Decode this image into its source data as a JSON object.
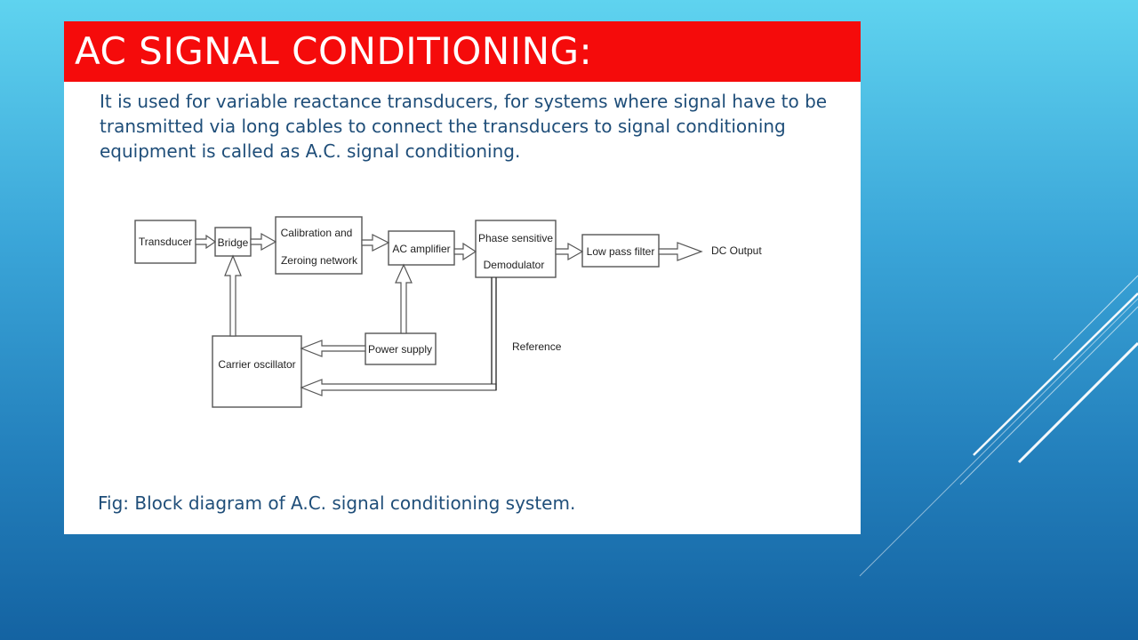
{
  "slide": {
    "title": "AC SIGNAL CONDITIONING:",
    "body": "It is used for variable reactance transducers, for systems where signal have to be transmitted via long cables to connect the transducers to signal conditioning equipment is called as A.C. signal conditioning.",
    "caption": "Fig: Block diagram of A.C. signal conditioning system."
  },
  "diagram": {
    "blocks": {
      "transducer": "Transducer",
      "bridge": "Bridge",
      "calibration_line1": "Calibration and",
      "calibration_line2": "Zeroing network",
      "ac_amplifier": "AC amplifier",
      "phase_line1": "Phase sensitive",
      "phase_line2": "Demodulator",
      "low_pass_filter": "Low pass filter",
      "power_supply": "Power supply",
      "carrier_oscillator": "Carrier oscillator"
    },
    "labels": {
      "dc_output": "DC Output",
      "reference": "Reference"
    }
  },
  "colors": {
    "title_bar": "#f50b0b",
    "title_text": "#ffffff",
    "body_text": "#1f4e79",
    "background_top": "#5fd3ef",
    "background_bottom": "#1463a2"
  }
}
